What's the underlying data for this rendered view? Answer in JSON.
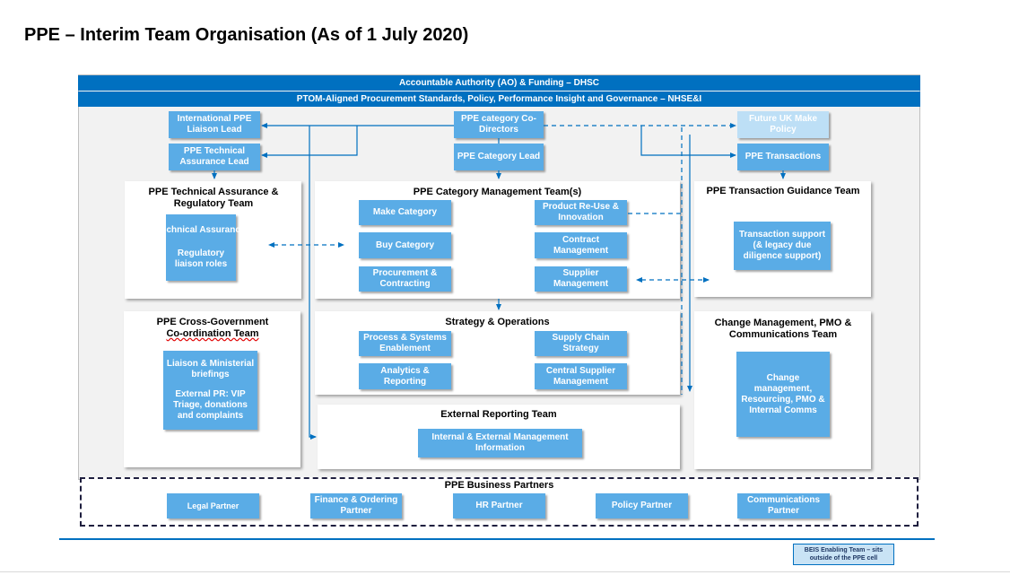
{
  "title": "PPE – Interim Team Organisation (As of 1 July 2020)",
  "bars": {
    "top": "Accountable Authority (AO) & Funding – DHSC",
    "second": "PTOM-Aligned Procurement Standards, Policy, Performance Insight and Governance – NHSE&I"
  },
  "leads": {
    "intl_liaison": "International PPE Liaison Lead",
    "tech_assurance_lead": "PPE Technical Assurance Lead",
    "co_directors": "PPE category Co-Directors",
    "category_lead": "PPE Category Lead",
    "future_uk": "Future UK Make Policy",
    "transactions": "PPE Transactions"
  },
  "panels": {
    "tech_assurance": {
      "title": "PPE Technical Assurance & Regulatory Team",
      "box_line1": "Technical Assurance",
      "box_line2": "Regulatory liaison roles"
    },
    "category_mgmt": {
      "title": "PPE Category Management Team(s)",
      "make": "Make Category",
      "buy": "Buy Category",
      "procurement": "Procurement & Contracting",
      "reuse": "Product Re-Use & Innovation",
      "contract": "Contract Management",
      "supplier": "Supplier Management"
    },
    "transaction_guidance": {
      "title": "PPE Transaction Guidance Team",
      "box": "Transaction support (& legacy due diligence support)"
    },
    "cross_gov": {
      "title_line1": "PPE Cross-Government",
      "title_line2": "Co-ordination Team",
      "box_line1": "Liaison & Ministerial briefings",
      "box_line2": "External PR: VIP Triage, donations and complaints"
    },
    "strategy_ops": {
      "title": "Strategy & Operations",
      "process": "Process & Systems Enablement",
      "analytics": "Analytics & Reporting",
      "supply_chain": "Supply Chain Strategy",
      "central_supplier": "Central Supplier Management"
    },
    "external_reporting": {
      "title": "External Reporting Team",
      "box": "Internal & External Management Information"
    },
    "change_mgmt": {
      "title": "Change Management, PMO & Communications Team",
      "box": "Change management, Resourcing, PMO & Internal Comms"
    }
  },
  "business_partners": {
    "title": "PPE Business Partners",
    "legal": "Legal Partner",
    "finance": "Finance & Ordering Partner",
    "hr": "HR Partner",
    "policy": "Policy Partner",
    "comms": "Communications Partner"
  },
  "beis_note": "BEIS Enabling Team – sits outside of the PPE cell",
  "colors": {
    "bar_blue": "#0070c0",
    "box_blue": "#5aace6",
    "pale_blue": "#bddff6",
    "frame_grey": "#f2f2f2",
    "connector_blue": "#0070c0"
  }
}
